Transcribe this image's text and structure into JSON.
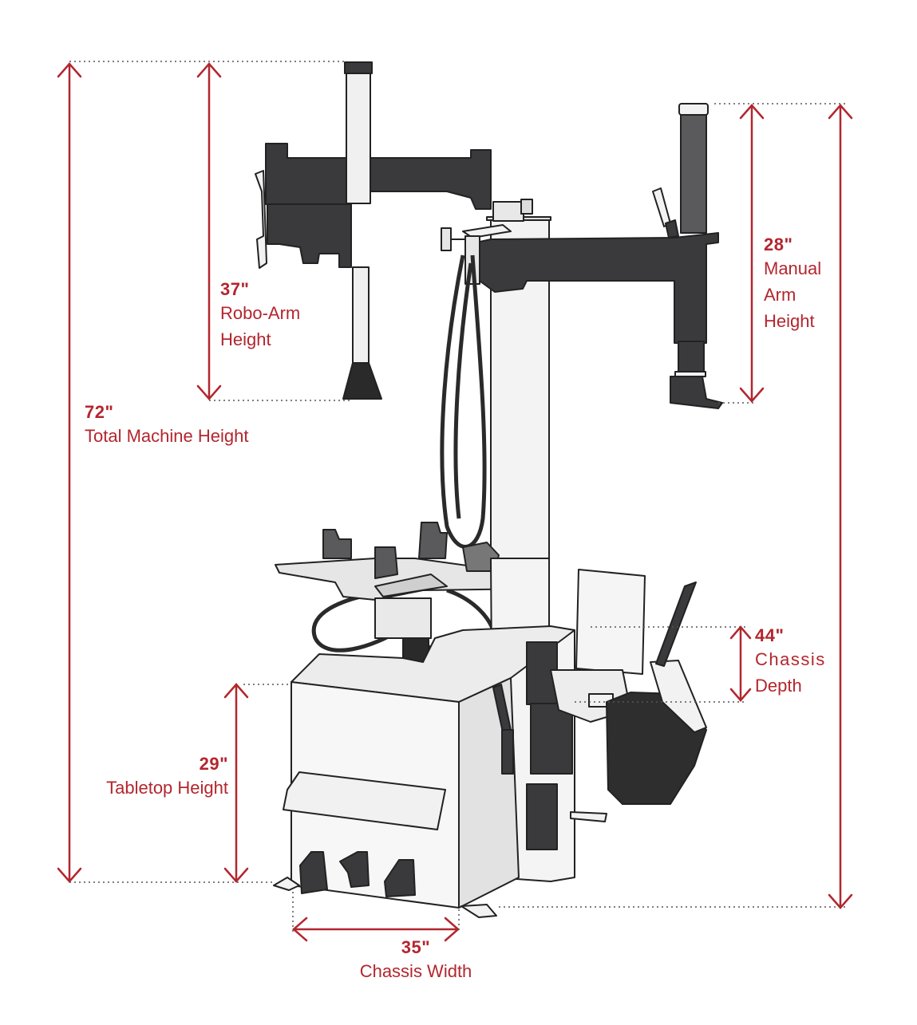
{
  "colors": {
    "accent": "#b3262e",
    "machine_dark": "#3a3a3c",
    "machine_light": "#f2f2f2",
    "outline": "#222222"
  },
  "dimensions": {
    "total_height": {
      "value": "72\"",
      "label": "Total Machine Height"
    },
    "robo_arm": {
      "value": "37\"",
      "label_line1": "Robo-Arm",
      "label_line2": "Height"
    },
    "manual_arm": {
      "value": "28\"",
      "label_line1": "Manual",
      "label_line2": "Arm",
      "label_line3": "Height"
    },
    "chassis_depth": {
      "value": "44\"",
      "label_line1": "Chassis",
      "label_line2": "Depth"
    },
    "tabletop": {
      "value": "29\"",
      "label": "Tabletop Height"
    },
    "chassis_width": {
      "value": "35\"",
      "label": "Chassis Width"
    }
  }
}
